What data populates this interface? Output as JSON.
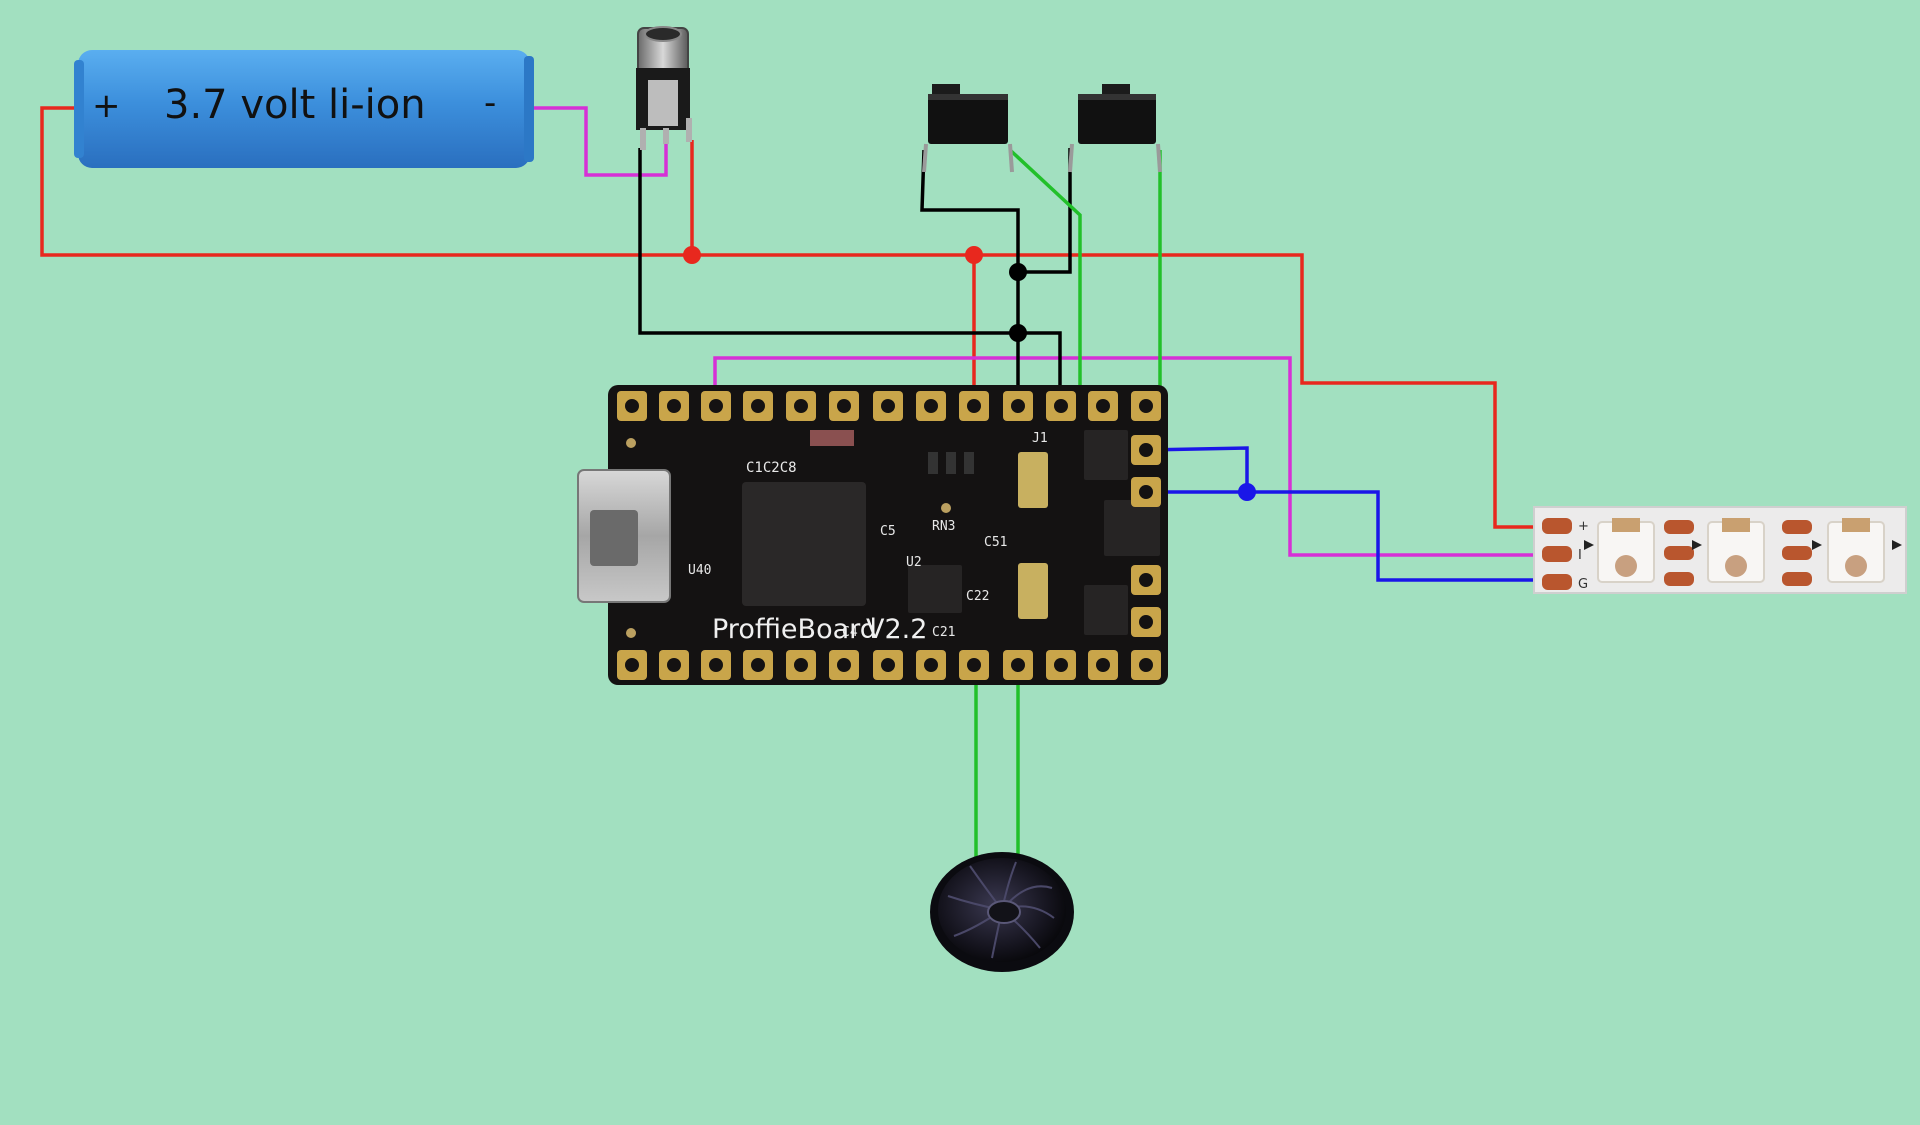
{
  "battery": {
    "plus_label": "+",
    "text": "3.7 volt li-ion",
    "minus_label": "-"
  },
  "board": {
    "name_label": "ProffieBoard",
    "version_label": "V2.2",
    "silk_labels": [
      "C1C2C8",
      "RN3",
      "C5",
      "J1",
      "U2",
      "C22",
      "C21",
      "C4",
      "U40",
      "C51"
    ]
  },
  "led_strip": {
    "pad_labels": [
      "+",
      "I",
      "G"
    ]
  },
  "colors": {
    "background": "#a2e0c0",
    "wire_red": "#e8281e",
    "wire_black": "#000000",
    "wire_green": "#22c02a",
    "wire_magenta": "#d630d6",
    "wire_blue": "#1a16e8",
    "battery_body": "#3f94e0",
    "board_body": "#141212",
    "pad_gold": "#c9a54a"
  },
  "icons": {
    "battery": "cylindrical-battery-icon",
    "jack": "dc-barrel-jack-icon",
    "switch": "tactile-pushbutton-icon",
    "speaker": "speaker-icon",
    "led_strip": "addressable-led-strip-icon"
  }
}
